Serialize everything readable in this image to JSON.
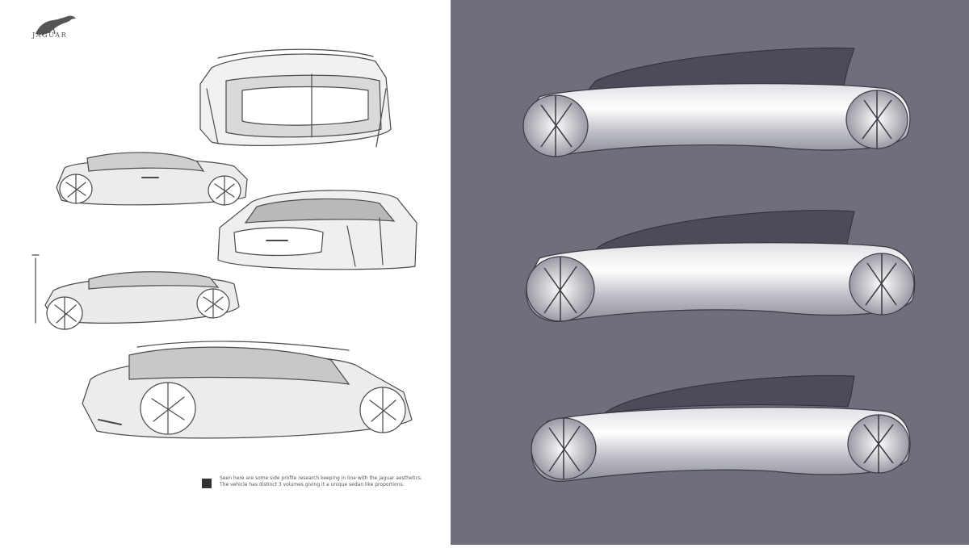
{
  "brand": {
    "name": "JAGUAR",
    "logo_icon": "leaping-jaguar-icon"
  },
  "caption": {
    "line1": "Seen here are some side profile research keeping in line with the jaguar aesthetics.",
    "line2": "The vehicle has distinct 3 volumes giving it a unique sedan like proportions."
  },
  "colors": {
    "left_background": "#ffffff",
    "right_background": "#6f6f7c",
    "sketch_line": "#4a4a4a",
    "sketch_fill": "#e8e8e8",
    "render_body": "#cfd0d6",
    "render_glass": "#4b4c57"
  }
}
